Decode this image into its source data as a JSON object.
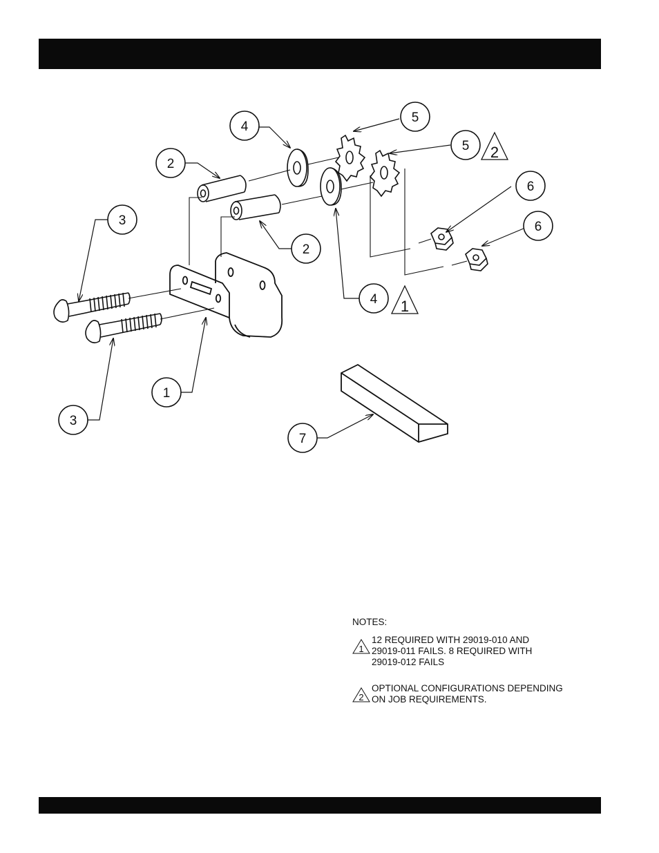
{
  "callouts": {
    "c1": "1",
    "c2a": "2",
    "c2b": "2",
    "c3a": "3",
    "c3b": "3",
    "c4a": "4",
    "c4b": "4",
    "c5a": "5",
    "c5b": "5",
    "c6a": "6",
    "c6b": "6",
    "c7": "7",
    "tri1": "1",
    "tri2": "2"
  },
  "notes": {
    "title": "NOTES:",
    "items": [
      {
        "marker": "1",
        "lines": [
          "12 REQUIRED WITH 29019-010 AND",
          "29019-011 FAILS. 8 REQUIRED WITH",
          "29019-012 FAILS"
        ]
      },
      {
        "marker": "2",
        "lines": [
          "OPTIONAL CONFIGURATIONS DEPENDING",
          "ON JOB REQUIREMENTS."
        ]
      }
    ]
  }
}
